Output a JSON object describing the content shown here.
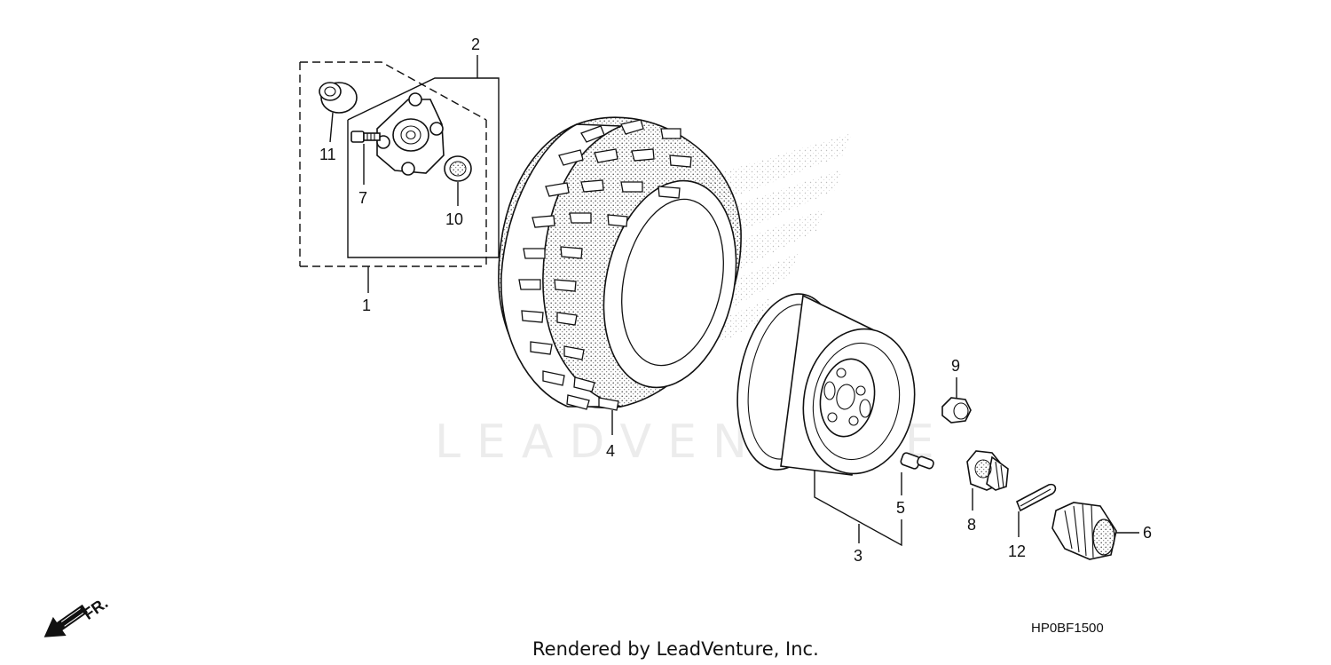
{
  "watermark": "LEADVENTURE",
  "diagram_code": "HP0BF1500",
  "footer": "Rendered by LeadVenture, Inc.",
  "direction_label": "FR.",
  "callouts": {
    "c1": "1",
    "c2": "2",
    "c3": "3",
    "c4": "4",
    "c5": "5",
    "c6": "6",
    "c7": "7",
    "c8": "8",
    "c9": "9",
    "c10": "10",
    "c11": "11",
    "c12": "12"
  },
  "parts": [
    {
      "ref": "1",
      "name": "hub assembly"
    },
    {
      "ref": "2",
      "name": "hub"
    },
    {
      "ref": "3",
      "name": "wheel rim"
    },
    {
      "ref": "4",
      "name": "tire"
    },
    {
      "ref": "5",
      "name": "valve"
    },
    {
      "ref": "6",
      "name": "cap"
    },
    {
      "ref": "7",
      "name": "bolt"
    },
    {
      "ref": "8",
      "name": "castle nut"
    },
    {
      "ref": "9",
      "name": "lug nut"
    },
    {
      "ref": "10",
      "name": "oil seal"
    },
    {
      "ref": "11",
      "name": "collar"
    },
    {
      "ref": "12",
      "name": "cotter pin"
    }
  ]
}
